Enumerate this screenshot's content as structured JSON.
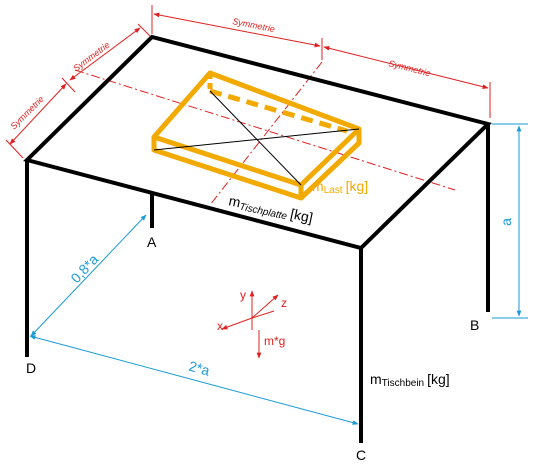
{
  "colors": {
    "frame": "#000000",
    "dimension": "#e02020",
    "measure": "#1a9ad6",
    "load": "#f2a900"
  },
  "symmetry_labels": {
    "top_left": "Symmetrie",
    "top_right": "Symmetrie",
    "left_upper": "Symmetrie",
    "left_lower": "Symmetrie"
  },
  "points": {
    "a": "A",
    "b": "B",
    "c": "C",
    "d": "D"
  },
  "dimensions": {
    "height": "a",
    "depth": "0,8*a",
    "width": "2*a"
  },
  "masses": {
    "load_main": "m",
    "load_sub": "Last",
    "load_unit": "[kg]",
    "plate_main": "m",
    "plate_sub": "Tischplatte",
    "plate_unit": "[kg]",
    "leg_main": "m",
    "leg_sub": "Tischbein",
    "leg_unit": "[kg]"
  },
  "coordinate_system": {
    "x": "x",
    "y": "y",
    "z": "z",
    "weight": "m*g"
  }
}
